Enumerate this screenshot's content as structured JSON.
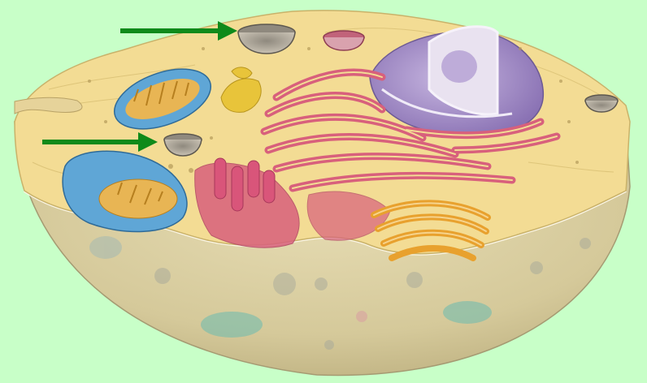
{
  "colors": {
    "background": "#c8ffc8",
    "arrow": "#0f8a1a",
    "cytoplasm": "#f3dc94",
    "cell_bowl": "#d9cfa2",
    "nucleus": "#a893c8",
    "rough_er": "#d8607c",
    "mitochondria": "#5fa6d6",
    "golgi": "#e8a12e",
    "vesicle": "#a9a296"
  },
  "annotations": {
    "arrow_count": 2,
    "arrow_targets": [
      "vesicle-top",
      "vesicle-left"
    ]
  }
}
